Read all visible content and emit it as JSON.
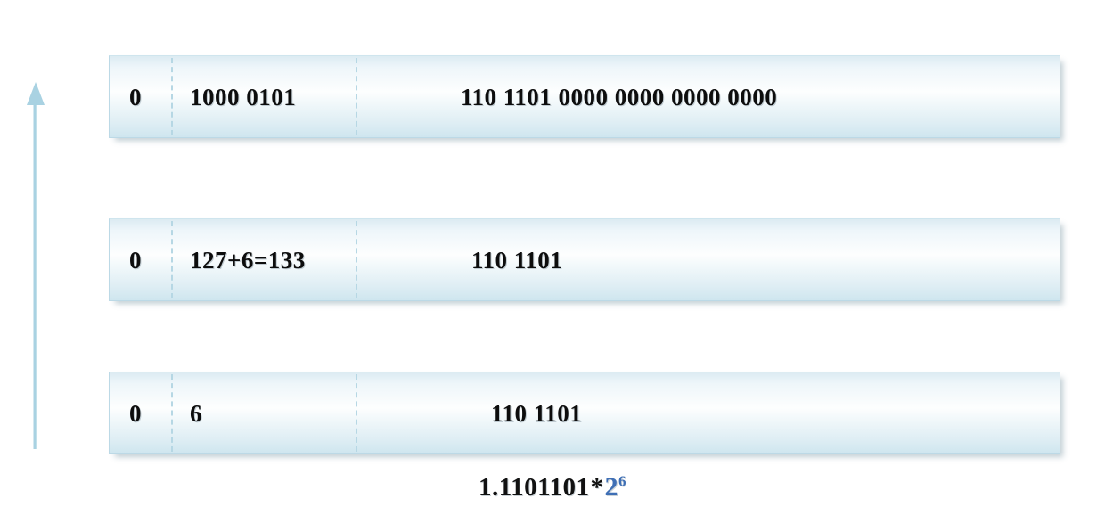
{
  "page": {
    "background_color": "#ffffff",
    "accent_color": "#a9d2e2",
    "formula_accent_color": "#3f6fb5"
  },
  "arrow": {
    "name": "upward-direction-arrow",
    "color": "#a9d2e2",
    "direction": "up"
  },
  "rows": [
    {
      "label": "ieee754-binary-representation",
      "sign": "0",
      "exponent": "1000 0101",
      "mantissa": "110 1101 0000 0000 0000 0000"
    },
    {
      "label": "ieee754-biased-exponent",
      "sign": "0",
      "exponent": "127+6=133",
      "mantissa": "110 1101"
    },
    {
      "label": "ieee754-unbiased-exponent",
      "sign": "0",
      "exponent": "6",
      "mantissa": "110 1101"
    }
  ],
  "formula": {
    "mantissa": "1.1101101",
    "operator": "*",
    "base": "2",
    "exponent": "6"
  }
}
